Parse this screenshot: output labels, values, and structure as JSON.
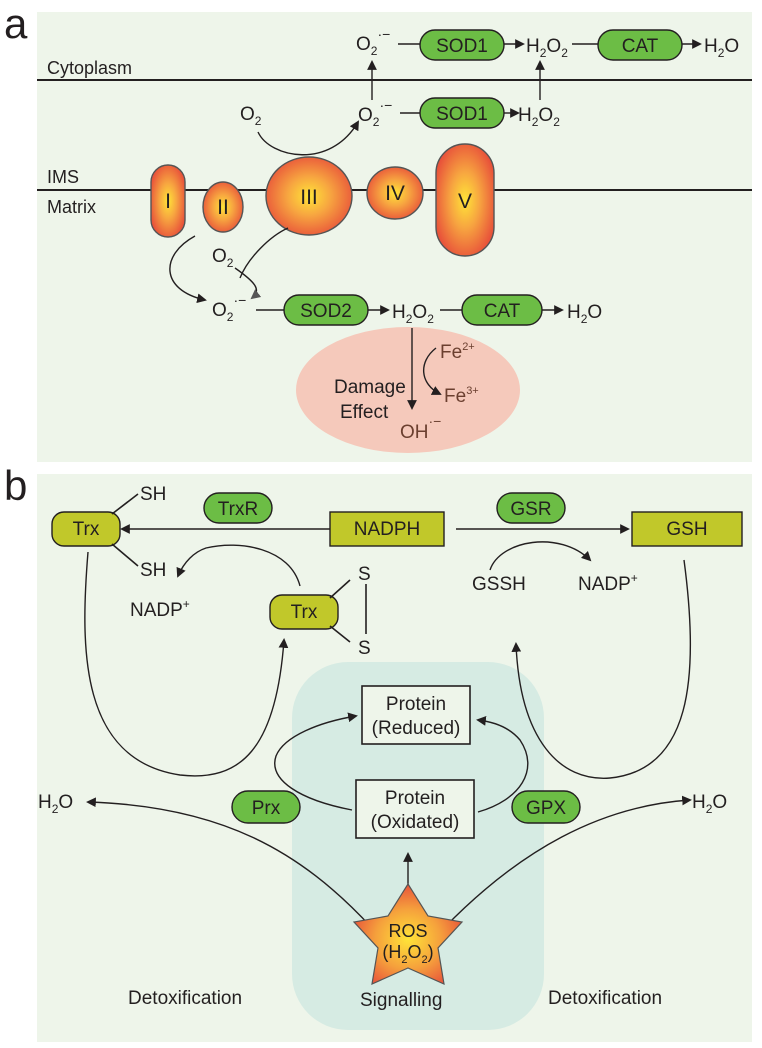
{
  "panel_a": {
    "letter": "a",
    "compartments": {
      "cytoplasm": "Cytoplasm",
      "ims": "IMS",
      "matrix": "Matrix"
    },
    "complexes": [
      "I",
      "II",
      "III",
      "IV",
      "V"
    ],
    "o2": "O",
    "sub2": "2",
    "superoxide_dot": "·−",
    "h2o2_h": "H",
    "h2o": "H",
    "o_char": "O",
    "sod1": "SOD1",
    "sod2": "SOD2",
    "cat": "CAT",
    "damage_line1": "Damage",
    "damage_line2": "Effect",
    "fe": "Fe",
    "fe2_sup": "2+",
    "fe3_sup": "3+",
    "oh": "OH",
    "oh_sup": "·−"
  },
  "panel_b": {
    "letter": "b",
    "trx": "Trx",
    "sh": "SH",
    "s": "S",
    "trxr": "TrxR",
    "nadph": "NADPH",
    "gsr": "GSR",
    "gsh": "GSH",
    "nadp": "NADP",
    "nadp_sup": "+",
    "gssh": "GSSH",
    "protein": "Protein",
    "reduced": "(Reduced)",
    "oxidated": "(Oxidated)",
    "prx": "Prx",
    "gpx": "GPX",
    "h2o_h": "H",
    "h2o_sub": "2",
    "h2o_o": "O",
    "ros": "ROS",
    "ros_h2o2_open": "(H",
    "ros_h2o2_mid": "O",
    "ros_h2o2_close": ")",
    "detox": "Detoxification",
    "signalling": "Signalling"
  },
  "colors": {
    "panel_bg": "#eef5ea",
    "enzyme_green": "#6cbd45",
    "trx_yellow": "#c1c82a",
    "complex_center": "#ffe438",
    "complex_edge": "#ea5b34",
    "damage_pink": "#f5c9bb",
    "signal_teal": "#d6ebe3"
  }
}
